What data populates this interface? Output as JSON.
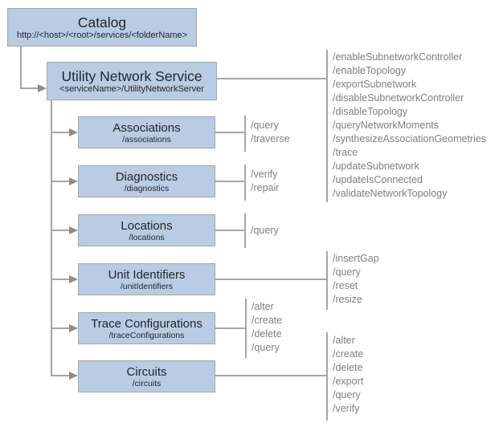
{
  "colors": {
    "box_fill": "#b8cce4",
    "box_border": "#a6a6a6",
    "line": "#a6a6a6",
    "arrow": "#8c8c8c",
    "title_text": "#262626",
    "operation_text": "#7f7f7f",
    "background": "#ffffff"
  },
  "diagram": {
    "catalog": {
      "title": "Catalog",
      "subtitle": "http://<host>/<root>/services/<folderName>"
    },
    "service": {
      "title": "Utility Network Service",
      "subtitle": "<serviceName>/UtilityNetworkServer",
      "operations": [
        "/enableSubnetworkController",
        "/enableTopology",
        "/exportSubnetwork",
        "/disableSubnetworkController",
        "/disableTopology",
        "/queryNetworkMoments",
        "/synthesizeAssociationGeometries",
        "/trace",
        "/updateSubnetwork",
        "/updateIsConnected",
        "/validateNetworkTopology"
      ]
    },
    "children": [
      {
        "title": "Associations",
        "subtitle": "/associations",
        "operations": [
          "/query",
          "/traverse"
        ]
      },
      {
        "title": "Diagnostics",
        "subtitle": "/diagnostics",
        "operations": [
          "/verify",
          "/repair"
        ]
      },
      {
        "title": "Locations",
        "subtitle": "/locations",
        "operations": [
          "/query"
        ]
      },
      {
        "title": "Unit Identifiers",
        "subtitle": "/unitIdentifiers",
        "operations": [
          "/insertGap",
          "/query",
          "/reset",
          "/resize"
        ]
      },
      {
        "title": "Trace Configurations",
        "subtitle": "/traceConfigurations",
        "operations": [
          "/alter",
          "/create",
          "/delete",
          "/query"
        ]
      },
      {
        "title": "Circuits",
        "subtitle": "/circuits",
        "operations": [
          "/alter",
          "/create",
          "/delete",
          "/export",
          "/query",
          "/verify"
        ]
      }
    ]
  }
}
